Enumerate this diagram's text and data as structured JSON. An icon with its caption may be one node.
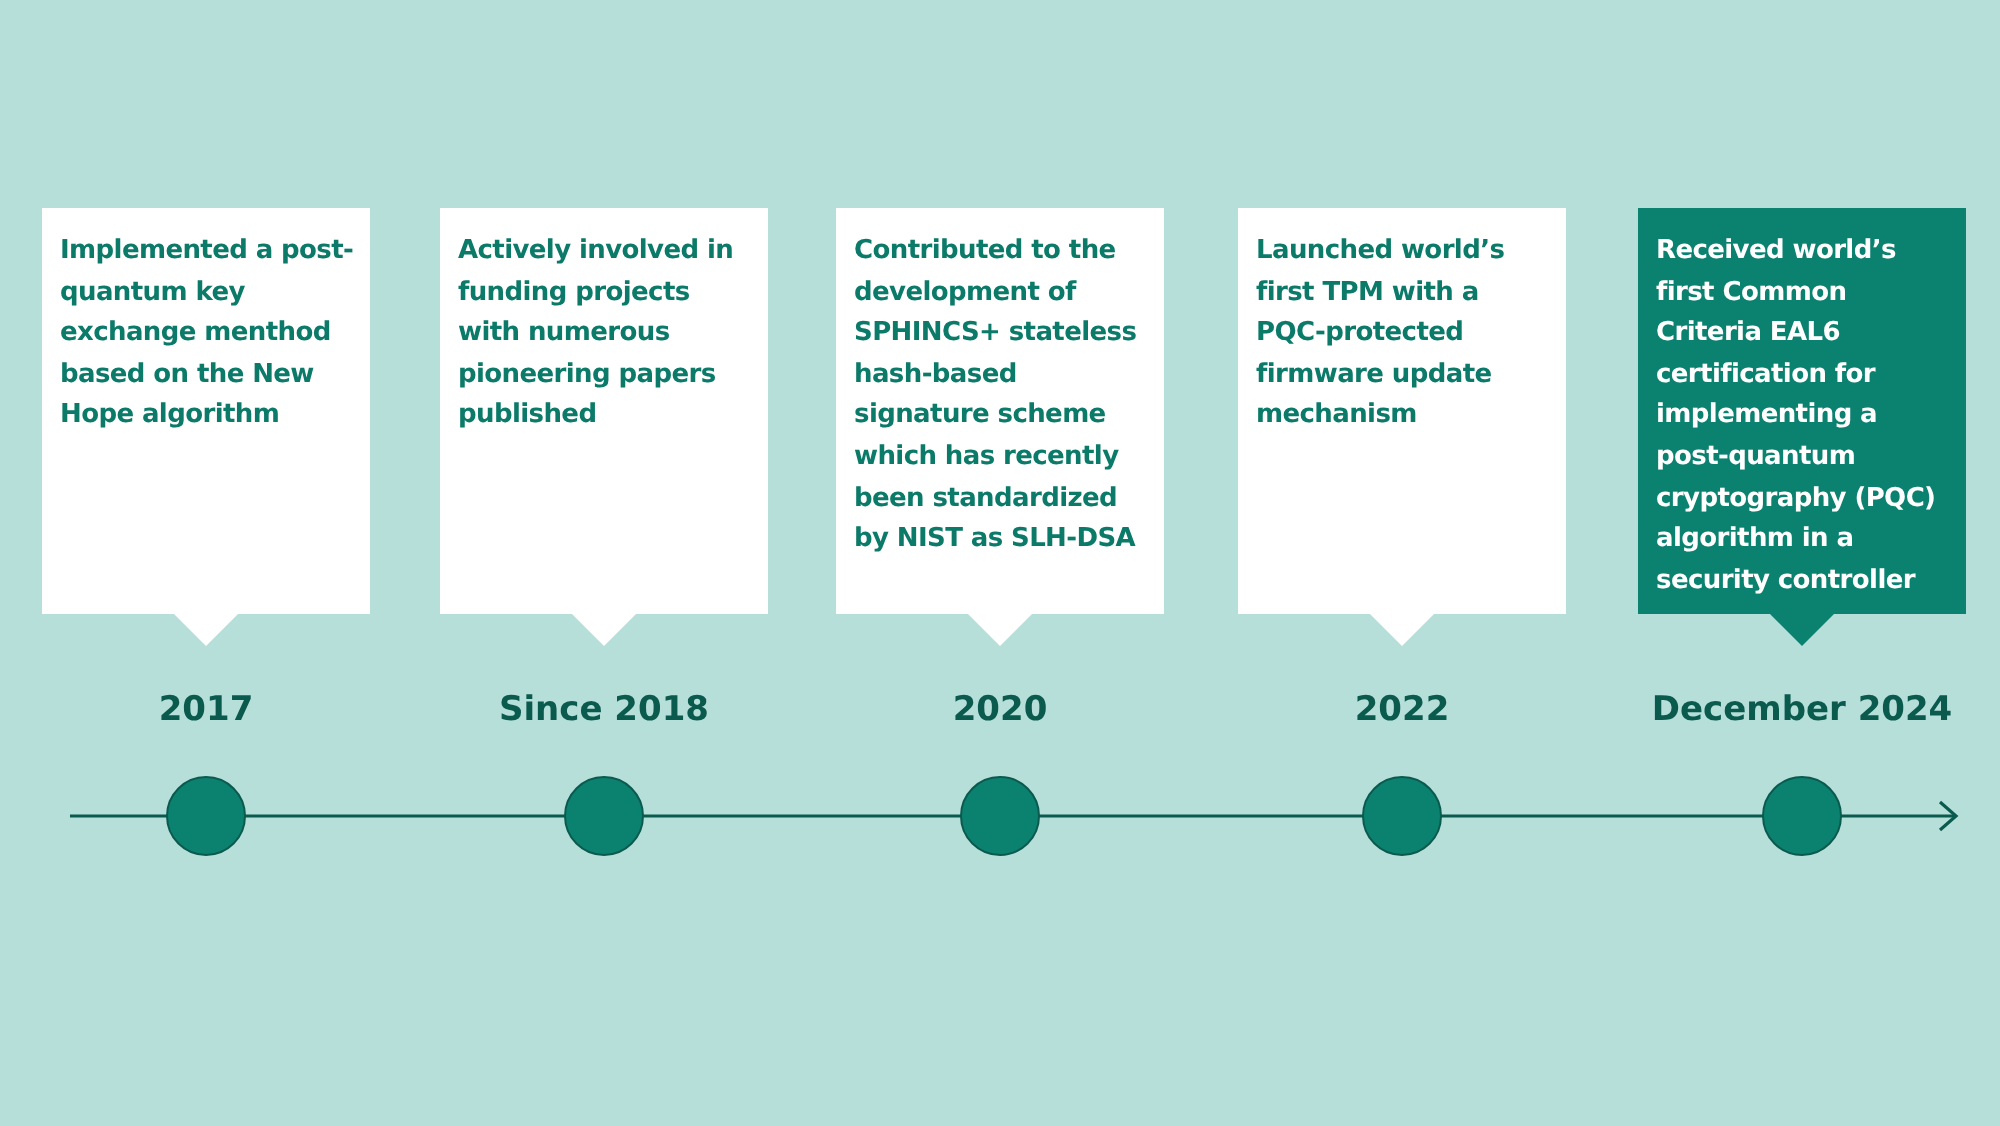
{
  "diagram": {
    "nodes": [
      {
        "text": [
          "Implemented a post-quantum key exchange menthod based on the New Hope algorithm"
        ]
      },
      {
        "text": [
          "Actively involved in funding projects with numerous pioneering papers published"
        ]
      },
      {
        "text": [
          "Contributed to the development of SPHINCS+ stateless hash-based signature scheme which has recently been standardized by NIST as SLH-DSA"
        ]
      },
      {
        "text": [
          "Launched world’s first TPM with a PQC-protected firmware update mechanism"
        ]
      },
      {
        "text": [
          "Received world’s first Common Criteria EAL6 certification for implementing a post-quantum cryptography (PQC) algorithm in a security controller"
        ]
      },
      {
        "text": [],
        "shape": "circle",
        "beside": [
          "2017"
        ]
      },
      {
        "text": [],
        "shape": "circle",
        "beside": [
          "Since 2018"
        ]
      },
      {
        "text": [],
        "shape": "circle",
        "beside": [
          "2020"
        ]
      },
      {
        "text": [],
        "shape": "circle",
        "beside": [
          "2022"
        ]
      },
      {
        "text": [],
        "shape": "circle",
        "beside": [
          "December 2024"
        ]
      }
    ]
  }
}
